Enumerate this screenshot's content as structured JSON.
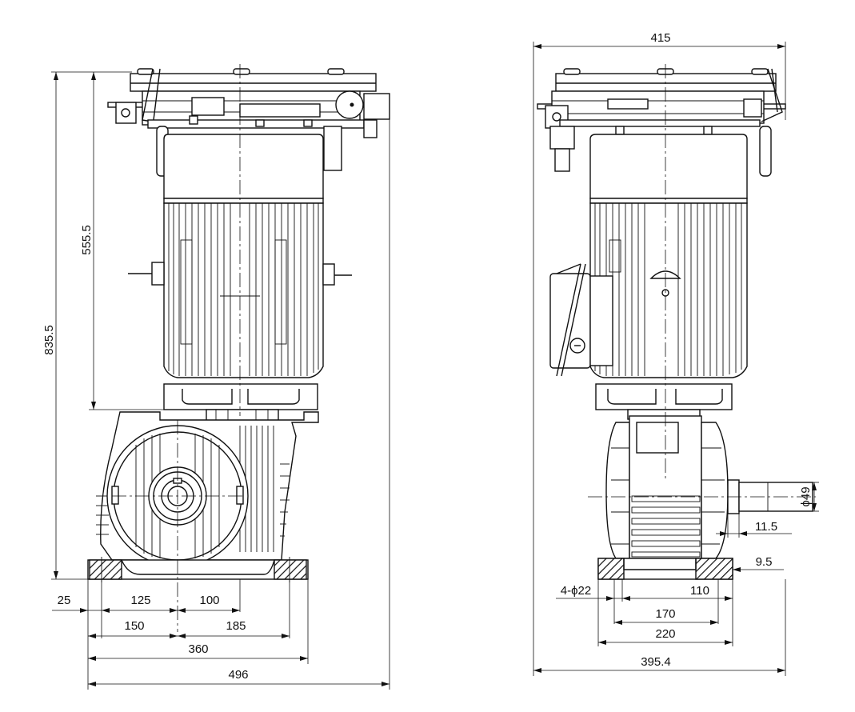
{
  "dimensions": {
    "front": {
      "overall_height": "835.5",
      "motor_height": "555.5",
      "offset_left": "25",
      "base_a": "125",
      "base_b": "100",
      "base_c": "150",
      "base_d": "185",
      "base_width": "360",
      "overall_width": "496"
    },
    "side": {
      "overall_top": "415",
      "shaft_diameter": "ϕ49",
      "shaft_offset": "11.5",
      "base_offset": "9.5",
      "holes": "4-ϕ22",
      "hole_spacing": "110",
      "base_inner": "170",
      "base_outer": "220",
      "overall_bottom": "395.4"
    }
  }
}
